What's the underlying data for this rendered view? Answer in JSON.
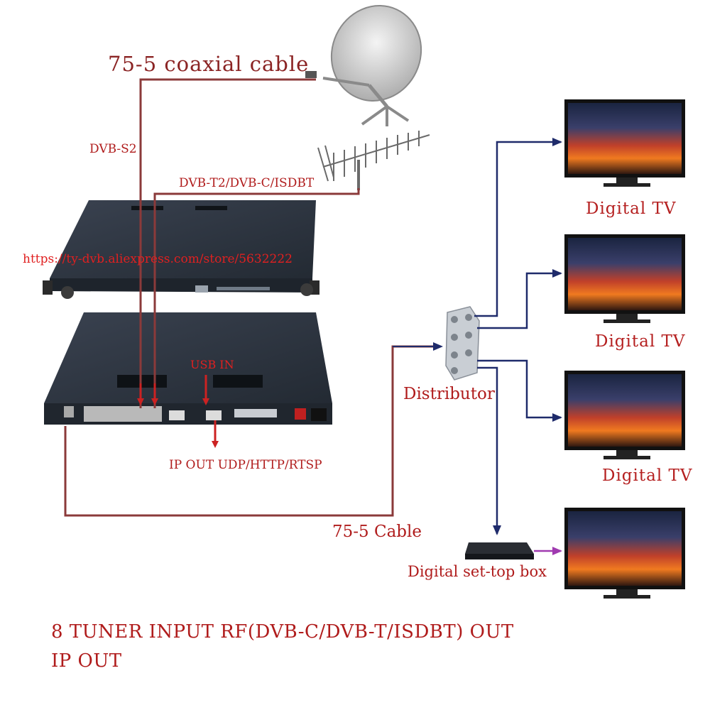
{
  "labels": {
    "coax_cable": "75-5 coaxial cable",
    "dvb_s2": "DVB-S2",
    "terrestrial": "DVB-T2/DVB-C/ISDBT",
    "store_url": "https://ty-dvb.aliexpress.com/store/5632222",
    "usb_in": "USB IN",
    "ip_out": "IP OUT UDP/HTTP/RTSP",
    "distributor": "Distributor",
    "cable_75_5": "75-5 Cable",
    "set_top_box": "Digital set-top box"
  },
  "tvs": [
    {
      "label": "Digital TV"
    },
    {
      "label": "Digital TV"
    },
    {
      "label": "Digital TV"
    }
  ],
  "caption": {
    "line1": "8 TUNER INPUT RF(DVB-C/DVB-T/ISDBT) OUT",
    "line2": "IP OUT"
  },
  "colors": {
    "cable": "#8b3a3a",
    "signal_arrow": "#cc2222",
    "output_arrow": "#1f2b6b",
    "stb_arrow": "#a03ab0",
    "device": "#2c3440"
  }
}
